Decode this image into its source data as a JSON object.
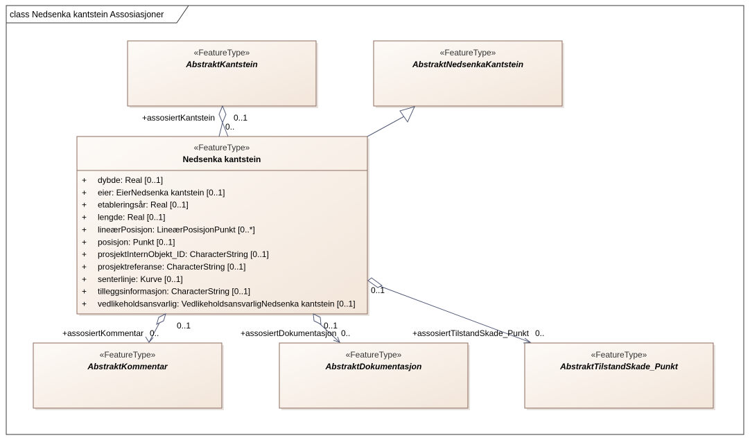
{
  "frame": {
    "title": "class Nedsenka kantstein Assosiasjoner"
  },
  "colors": {
    "box_fill_top": "#fdfaf7",
    "box_fill_bottom": "#f3e6da",
    "box_stroke": "#8b6b5c",
    "line": "#525a78"
  },
  "classes": {
    "abstrakt_kantstein": {
      "stereotype": "«FeatureType»",
      "name": "AbstraktKantstein"
    },
    "abstrakt_nedsenka_kantstein": {
      "stereotype": "«FeatureType»",
      "name": "AbstraktNedsenkaKantstein"
    },
    "nedsenka_kantstein": {
      "stereotype": "«FeatureType»",
      "name": "Nedsenka kantstein",
      "attributes": [
        {
          "vis": "+",
          "text": "dybde: Real [0..1]"
        },
        {
          "vis": "+",
          "text": "eier: EierNedsenka kantstein [0..1]"
        },
        {
          "vis": "+",
          "text": "etableringsår: Real [0..1]"
        },
        {
          "vis": "+",
          "text": "lengde: Real [0..1]"
        },
        {
          "vis": "+",
          "text": "lineærPosisjon: LineærPosisjonPunkt [0..*]"
        },
        {
          "vis": "+",
          "text": "posisjon: Punkt [0..1]"
        },
        {
          "vis": "+",
          "text": "prosjektInternObjekt_ID: CharacterString [0..1]"
        },
        {
          "vis": "+",
          "text": "prosjektreferanse: CharacterString [0..1]"
        },
        {
          "vis": "+",
          "text": "senterlinje: Kurve [0..1]"
        },
        {
          "vis": "+",
          "text": "tilleggsinformasjon: CharacterString [0..1]"
        },
        {
          "vis": "+",
          "text": "vedlikeholdsansvarlig: VedlikeholdsansvarligNedsenka kantstein [0..1]"
        }
      ]
    },
    "abstrakt_kommentar": {
      "stereotype": "«FeatureType»",
      "name": "AbstraktKommentar"
    },
    "abstrakt_dokumentasjon": {
      "stereotype": "«FeatureType»",
      "name": "AbstraktDokumentasjon"
    },
    "abstrakt_tilstand_skade_punkt": {
      "stereotype": "«FeatureType»",
      "name": "AbstraktTilstandSkade_Punkt"
    }
  },
  "associations": {
    "kantstein": {
      "role": "+assosiertKantstein",
      "mult_target": "0..1",
      "mult_source": "0.."
    },
    "kommentar": {
      "role": "+assosiertKommentar",
      "mult_target": "0..",
      "mult_source": "0..1"
    },
    "dokumentasjon": {
      "role": "+assosiertDokumentasjon",
      "mult_target": "0..",
      "mult_source": "0..1"
    },
    "tilstand_skade": {
      "role": "+assosiertTilstandSkade_Punkt",
      "mult_target": "0..",
      "mult_source": "0..1"
    }
  }
}
